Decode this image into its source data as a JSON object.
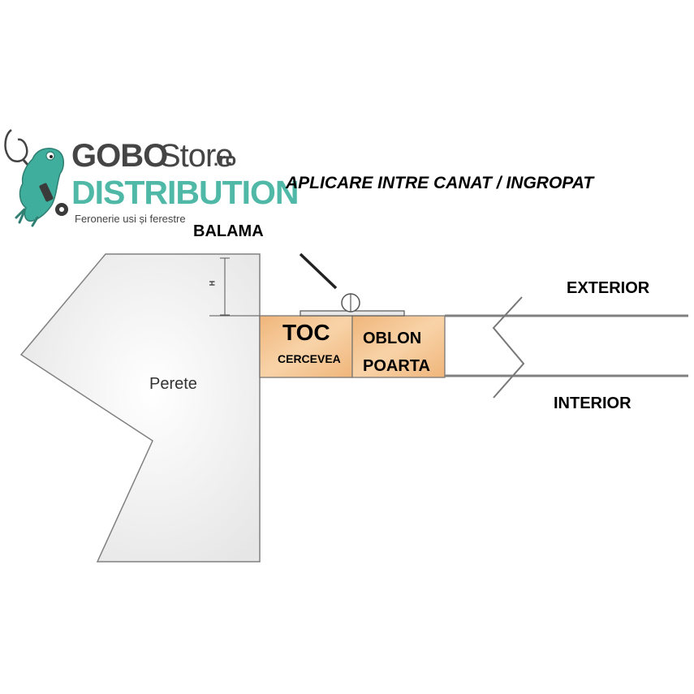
{
  "logo": {
    "name_part1": "GOBO",
    "name_part2": "Store",
    "name_tld": ".ro",
    "subtitle": "DISTRIBUTION",
    "tagline": "Feronerie usi și ferestre"
  },
  "diagram": {
    "title": "APLICARE INTRE CANAT / INGROPAT",
    "hinge_label": "BALAMA",
    "exterior_label": "EXTERIOR",
    "interior_label": "INTERIOR",
    "frame_label": "TOC",
    "frame_sublabel": "CERCEVEA",
    "leaf_label_1": "OBLON",
    "leaf_label_2": "POARTA",
    "wall_label": "Perete",
    "height_mark": "H"
  },
  "colors": {
    "brand_teal": "#4fb8a6",
    "brand_gray": "#454545",
    "wood_fill": "#f4c490",
    "line": "#808080"
  }
}
